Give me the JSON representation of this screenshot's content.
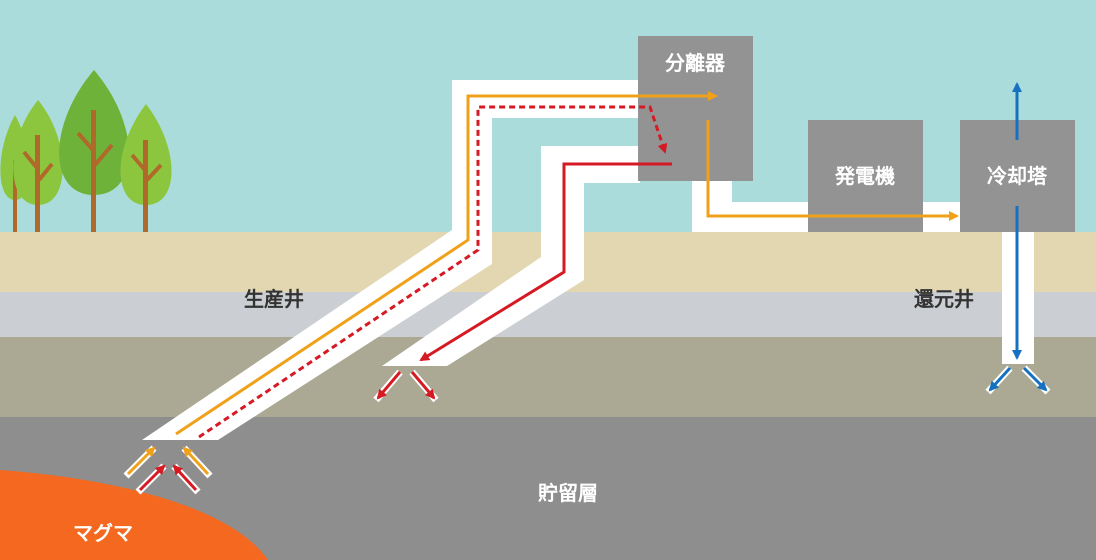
{
  "labels": {
    "separator": "分離器",
    "generator": "発電機",
    "cooling_tower": "冷却塔",
    "production_well": "生産井",
    "reinjection_well": "還元井",
    "reservoir": "貯留層",
    "magma": "マグマ"
  },
  "colors": {
    "sky": "#abdcdc",
    "topsoil": "#e2d7b1",
    "grey_band": "#cbced2",
    "olive_band": "#aba994",
    "reservoir": "#8e8e8e",
    "magma": "#f4691f",
    "box": "#939393",
    "steam_arrow": "#f0a11a",
    "hot_water_arrow": "#d61a23",
    "cold_water_arrow": "#1672c0",
    "tree_light": "#8cc63f",
    "tree_dark": "#6fb23a",
    "trunk": "#b0692a"
  },
  "icons": [
    "tree-icon",
    "steam-arrow-icon",
    "hot-water-arrow-icon",
    "cold-water-arrow-icon"
  ]
}
